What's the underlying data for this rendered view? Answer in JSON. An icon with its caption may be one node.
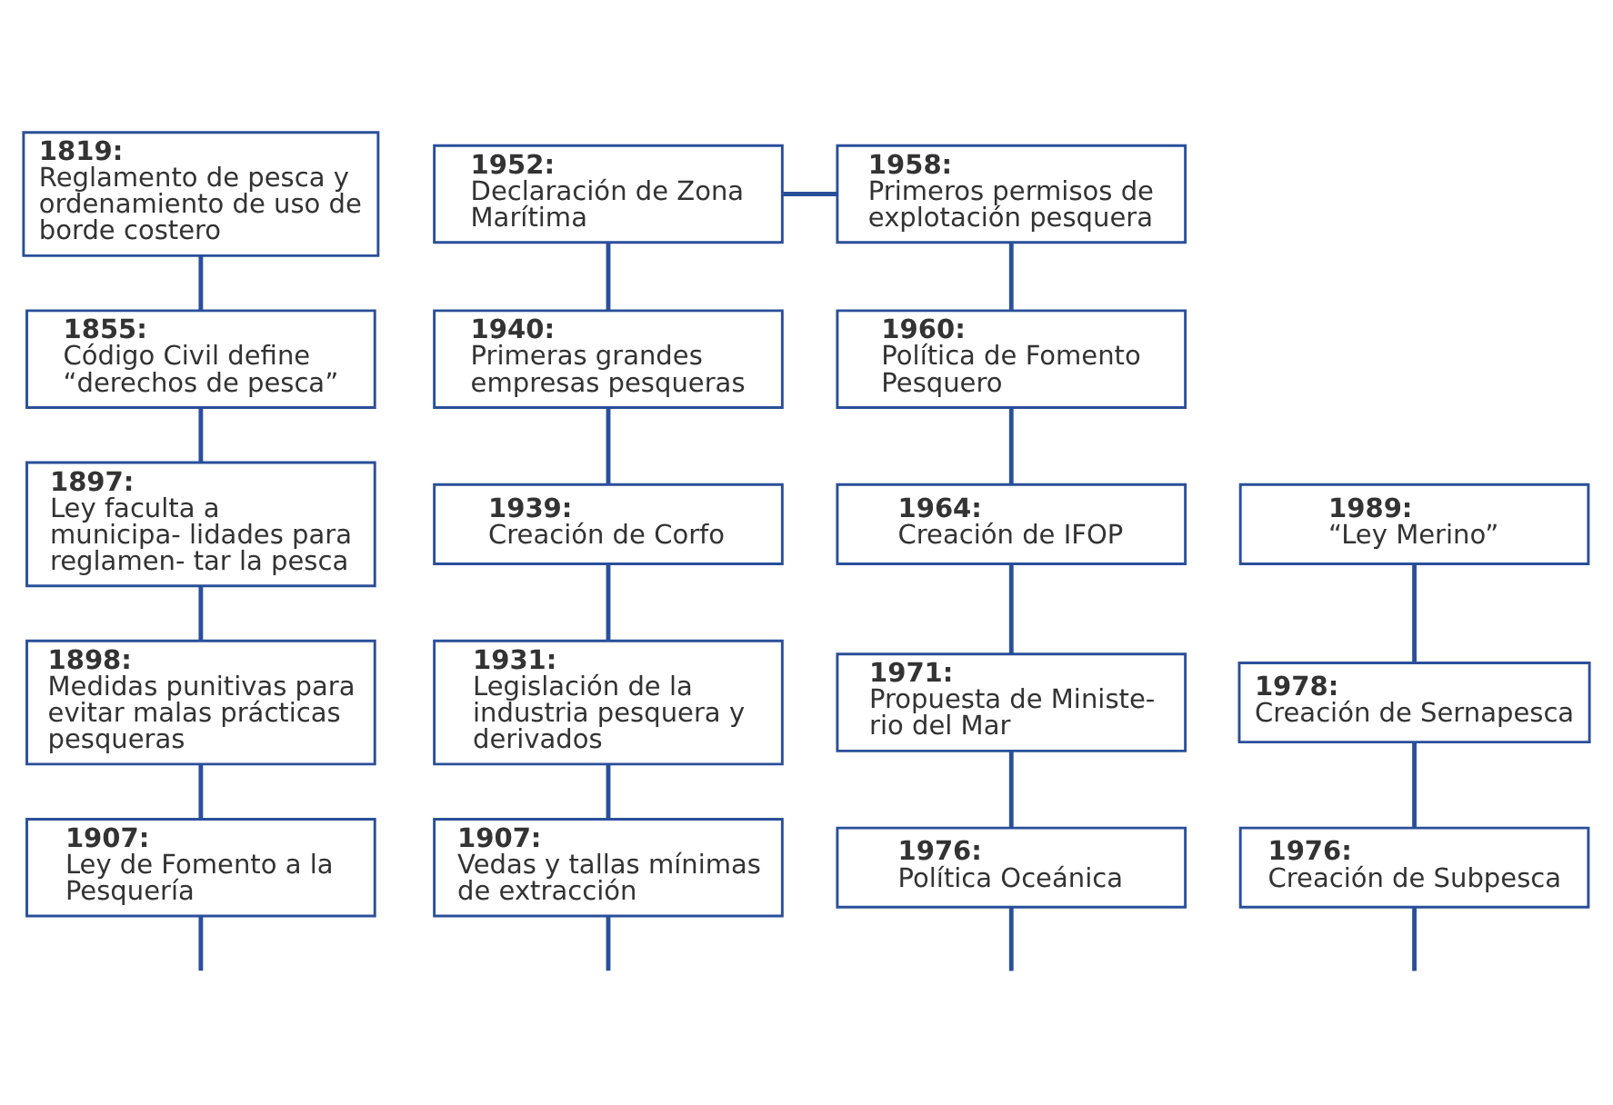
{
  "diagram": {
    "nodes": [
      {
        "text": [
          "1819:",
          "Reglamento de pesca y ordenamiento de uso de borde costero"
        ]
      },
      {
        "text": [
          "1952:",
          "Declaración de Zona Marítima"
        ]
      },
      {
        "text": [
          "1958:",
          "Primeros permisos de explotación pesquera"
        ]
      },
      {
        "text": [
          "1855:",
          "Código Civil define “derechos de pesca”"
        ]
      },
      {
        "text": [
          "1940:",
          "Primeras grandes empresas pesqueras"
        ]
      },
      {
        "text": [
          "1960:",
          "Política de Fomento Pesquero"
        ]
      },
      {
        "text": [
          "1897:",
          "Ley faculta a municipa- lidades para reglamen- tar la pesca"
        ]
      },
      {
        "text": [
          "1939:",
          "Creación de Corfo"
        ]
      },
      {
        "text": [
          "1964:",
          "Creación de IFOP"
        ]
      },
      {
        "text": [
          "1989:",
          "“Ley Merino”"
        ]
      },
      {
        "text": [
          "1898:",
          "Medidas punitivas para evitar malas prácticas pesqueras"
        ]
      },
      {
        "text": [
          "1931:",
          "Legislación de la industria pesquera y derivados"
        ]
      },
      {
        "text": [
          "1971:",
          "Propuesta de Ministe- rio del Mar"
        ]
      },
      {
        "text": [
          "1978:",
          "Creación de Sernapesca"
        ]
      },
      {
        "text": [
          "1907:",
          "Ley de Fomento a la Pesquería"
        ]
      },
      {
        "text": [
          "1907:",
          "Vedas y tallas mínimas de extracción"
        ]
      },
      {
        "text": [
          "1976:",
          "Política Oceánica"
        ]
      },
      {
        "text": [
          "1976:",
          "Creación de Subpesca"
        ]
      }
    ],
    "edges": [
      {
        "from": 1,
        "to": 2,
        "arrow": "none"
      },
      {
        "from": 0,
        "to": 3,
        "arrow": "none"
      },
      {
        "from": 3,
        "to": 6,
        "arrow": "none"
      },
      {
        "from": 6,
        "to": 10,
        "arrow": "none"
      },
      {
        "from": 10,
        "to": 14,
        "arrow": "none"
      },
      {
        "from": 14,
        "to": null,
        "arrow": "none"
      },
      {
        "from": 1,
        "to": 4,
        "arrow": "none"
      },
      {
        "from": 4,
        "to": 7,
        "arrow": "none"
      },
      {
        "from": 7,
        "to": 11,
        "arrow": "none"
      },
      {
        "from": 11,
        "to": 15,
        "arrow": "none"
      },
      {
        "from": 15,
        "to": null,
        "arrow": "none"
      },
      {
        "from": 2,
        "to": 5,
        "arrow": "none"
      },
      {
        "from": 5,
        "to": 8,
        "arrow": "none"
      },
      {
        "from": 8,
        "to": 12,
        "arrow": "none"
      },
      {
        "from": 12,
        "to": 16,
        "arrow": "none"
      },
      {
        "from": 16,
        "to": null,
        "arrow": "none"
      },
      {
        "from": 9,
        "to": 13,
        "arrow": "none"
      },
      {
        "from": 13,
        "to": 17,
        "arrow": "none"
      },
      {
        "from": 17,
        "to": null,
        "arrow": "none"
      }
    ]
  }
}
